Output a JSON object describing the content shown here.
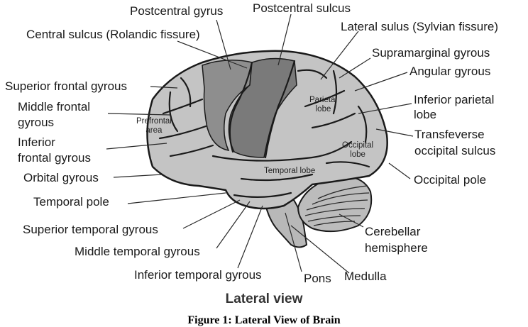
{
  "labels": {
    "postcentral_gyrus": "Postcentral gyrus",
    "postcentral_sulcus": "Postcentral sulcus",
    "central_sulcus": "Central sulcus (Rolandic fissure)",
    "lateral_sulcus": "Lateral sulus (Sylvian fissure)",
    "supramarginal_gyrous": "Supramarginal gyrous",
    "angular_gyrous": "Angular gyrous",
    "superior_frontal_gyrous": "Superior frontal gyrous",
    "middle_frontal_line1": "Middle frontal",
    "middle_frontal_line2": "gyrous",
    "inferior_frontal_line1": "Inferior",
    "inferior_frontal_line2": "frontal gyrous",
    "orbital_gyrous": "Orbital gyrous",
    "temporal_pole": "Temporal pole",
    "superior_temporal_gyrous": "Superior temporal gyrous",
    "middle_temporal_gyrous": "Middle temporal gyrous",
    "inferior_temporal_gyrous": "Inferior temporal gyrous",
    "pons": "Pons",
    "medulla": "Medulla",
    "inferior_parietal_line1": "Inferior parietal",
    "inferior_parietal_line2": "lobe",
    "transverse_occipital_line1": "Transfeverse",
    "transverse_occipital_line2": "occipital sulcus",
    "occipital_pole": "Occipital pole",
    "cerebellar_line1": "Cerebellar",
    "cerebellar_line2": "hemisphere"
  },
  "regions": {
    "prefrontal_line1": "Prefrontal",
    "prefrontal_line2": "area",
    "parietal_line1": "Parietal",
    "parietal_line2": "lobe",
    "occipital_line1": "Occipital",
    "occipital_line2": "lobe",
    "temporal_lobe": "Temporal lobe"
  },
  "view_title": "Lateral view",
  "figure_caption": "Figure 1: Lateral View of Brain",
  "colors": {
    "brain_fill": "#c4c4c4",
    "cortex_dark": "#8e8e8e",
    "cortex_darker": "#7a7a7a",
    "cerebellum_fill": "#bcbcbc",
    "sulcus_line": "#1a1a1a",
    "leader_line": "#2a2a2a"
  }
}
